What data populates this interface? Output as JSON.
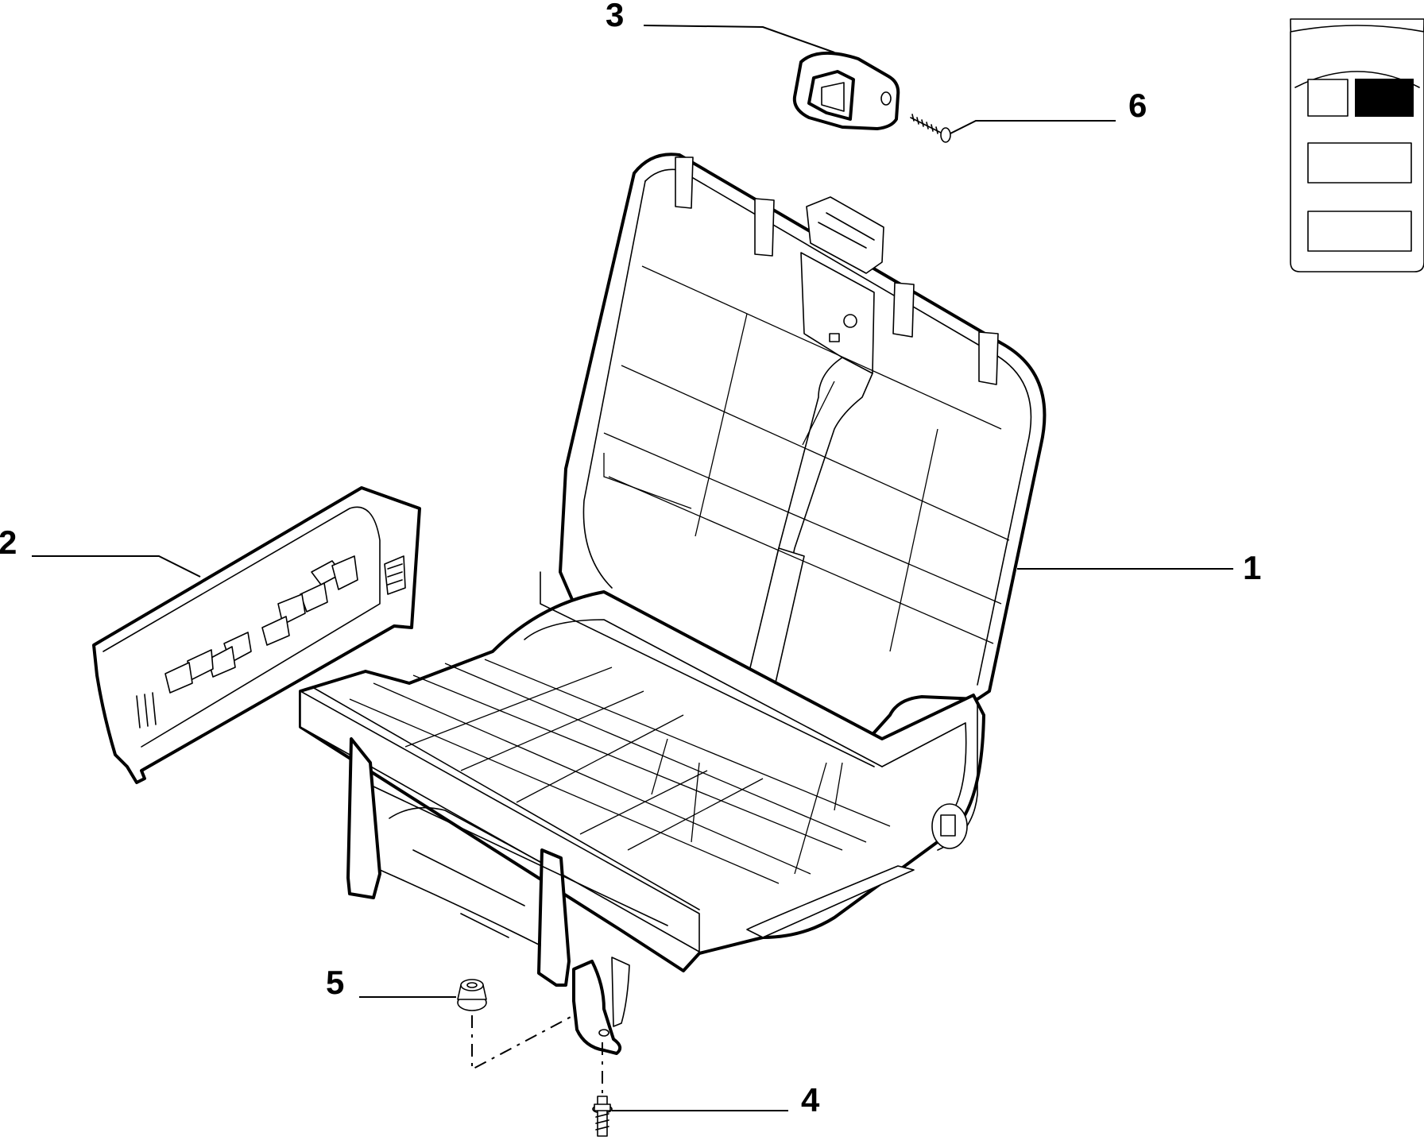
{
  "diagram": {
    "callouts": [
      {
        "id": "1",
        "label": "1"
      },
      {
        "id": "2",
        "label": "2"
      },
      {
        "id": "3",
        "label": "3"
      },
      {
        "id": "4",
        "label": "4"
      },
      {
        "id": "5",
        "label": "5"
      },
      {
        "id": "6",
        "label": "6"
      }
    ],
    "colors": {
      "line": "#000000",
      "background": "#ffffff",
      "key_fill": "#000000"
    }
  }
}
